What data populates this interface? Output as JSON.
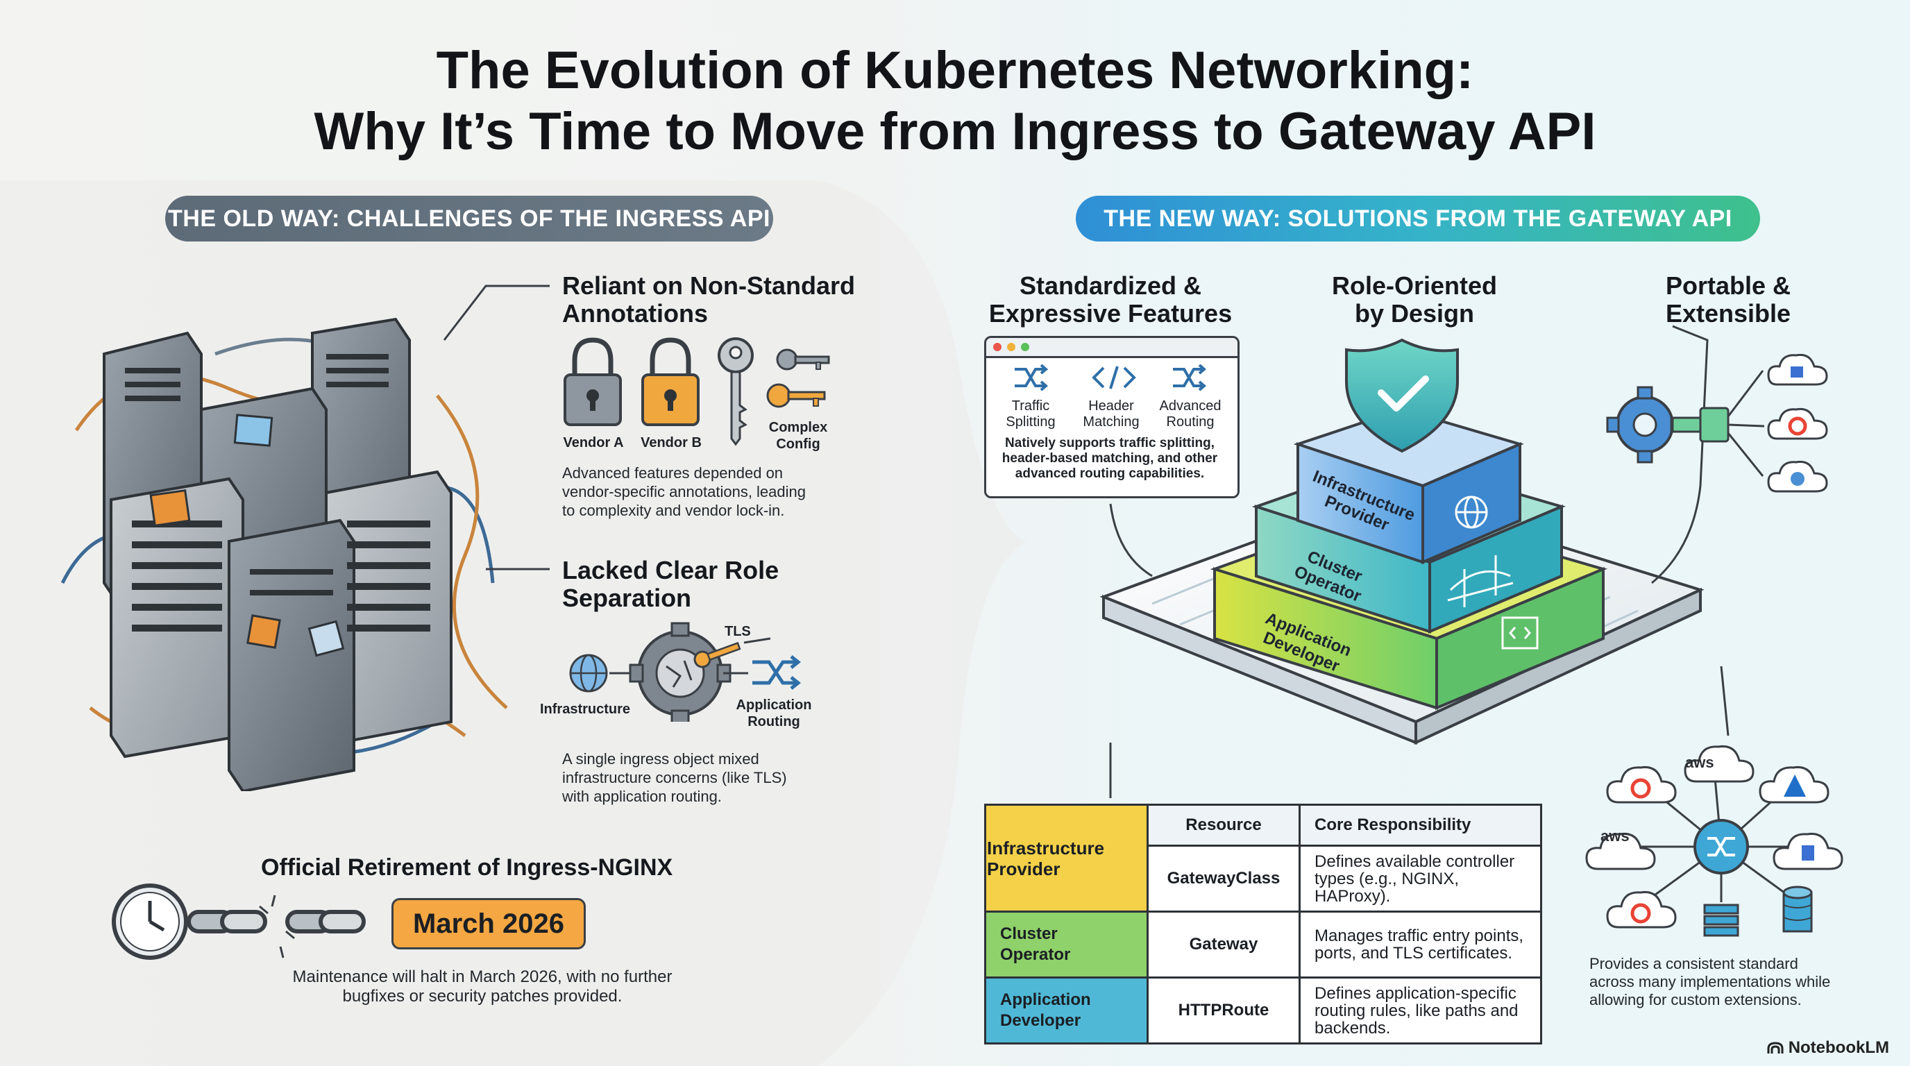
{
  "title": {
    "line1": "The Evolution of Kubernetes Networking:",
    "line2": "Why It’s Time to Move from Ingress to Gateway API"
  },
  "old_way": {
    "header": "THE OLD WAY: CHALLENGES OF THE INGRESS API",
    "annotations": {
      "heading_line1": "Reliant on Non-Standard",
      "heading_line2": "Annotations",
      "vendor_a": "Vendor A",
      "vendor_b": "Vendor B",
      "complex_line1": "Complex",
      "complex_line2": "Config",
      "desc_line1": "Advanced features depended on",
      "desc_line2": "vendor-specific annotations, leading",
      "desc_line3": "to complexity and vendor lock-in."
    },
    "roles": {
      "heading_line1": "Lacked Clear Role",
      "heading_line2": "Separation",
      "tls": "TLS",
      "infrastructure": "Infrastructure",
      "app_line1": "Application",
      "app_line2": "Routing",
      "desc_line1": "A single ingress object mixed",
      "desc_line2": "infrastructure concerns (like TLS)",
      "desc_line3": "with application routing."
    },
    "retirement": {
      "heading": "Official Retirement of Ingress-NGINX",
      "date": "March 2026",
      "desc_line1": "Maintenance will halt in March 2026, with no further",
      "desc_line2": "bugfixes or security patches provided."
    }
  },
  "new_way": {
    "header": "THE NEW WAY: SOLUTIONS FROM THE GATEWAY API",
    "features": {
      "heading_line1": "Standardized &",
      "heading_line2": "Expressive Features",
      "traffic_line1": "Traffic",
      "traffic_line2": "Splitting",
      "header_line1": "Header",
      "header_line2": "Matching",
      "advanced_line1": "Advanced",
      "advanced_line2": "Routing",
      "desc_line1": "Natively supports traffic splitting,",
      "desc_line2": "header-based matching, and other",
      "desc_line3": "advanced routing capabilities."
    },
    "roles": {
      "heading_line1": "Role-Oriented",
      "heading_line2": "by Design",
      "layer1_line1": "Infrastructure",
      "layer1_line2": "Provider",
      "layer2_line1": "Cluster",
      "layer2_line2": "Operator",
      "layer3_line1": "Application",
      "layer3_line2": "Developer"
    },
    "portable": {
      "heading_line1": "Portable &",
      "heading_line2": "Extensible",
      "aws": "aws",
      "desc_line1": "Provides a consistent standard",
      "desc_line2": "across many implementations while",
      "desc_line3": "allowing for custom extensions."
    },
    "table": {
      "col_resource": "Resource",
      "col_responsibility": "Core Responsibility",
      "rows": [
        {
          "role_line1": "Infrastructure",
          "role_line2": "Provider",
          "resource": "GatewayClass",
          "resp_line1": "Defines available controller",
          "resp_line2": "types (e.g., NGINX, HAProxy).",
          "resp_line3": "",
          "color": "#f2d24a"
        },
        {
          "role_line1": "Cluster",
          "role_line2": "Operator",
          "resource": "Gateway",
          "resp_line1": "Manages traffic entry points,",
          "resp_line2": "ports, and TLS certificates.",
          "resp_line3": "",
          "color": "#8fd16a"
        },
        {
          "role_line1": "Application",
          "role_line2": "Developer",
          "resource": "HTTPRoute",
          "resp_line1": "Defines application-specific",
          "resp_line2": "routing rules, like paths and",
          "resp_line3": "backends.",
          "color": "#4fb8d6"
        }
      ]
    }
  },
  "brand": "NotebookLM",
  "colors": {
    "old_pill": "#5f6d7a",
    "new_pill_start": "#2f8fd6",
    "new_pill_end": "#3fc08c",
    "date_badge": "#f4a742",
    "infra_layer": "#6fb0e8",
    "cluster_layer": "#5cc8c4",
    "app_layer": "#9ad64f"
  },
  "icons": [
    "padlock-icon",
    "key-icon",
    "globe-icon",
    "gear-icon",
    "shuffle-icon",
    "code-icon",
    "shield-check-icon",
    "bridge-icon",
    "clock-icon",
    "chain-icon",
    "cloud-icon",
    "database-icon",
    "server-icon"
  ]
}
